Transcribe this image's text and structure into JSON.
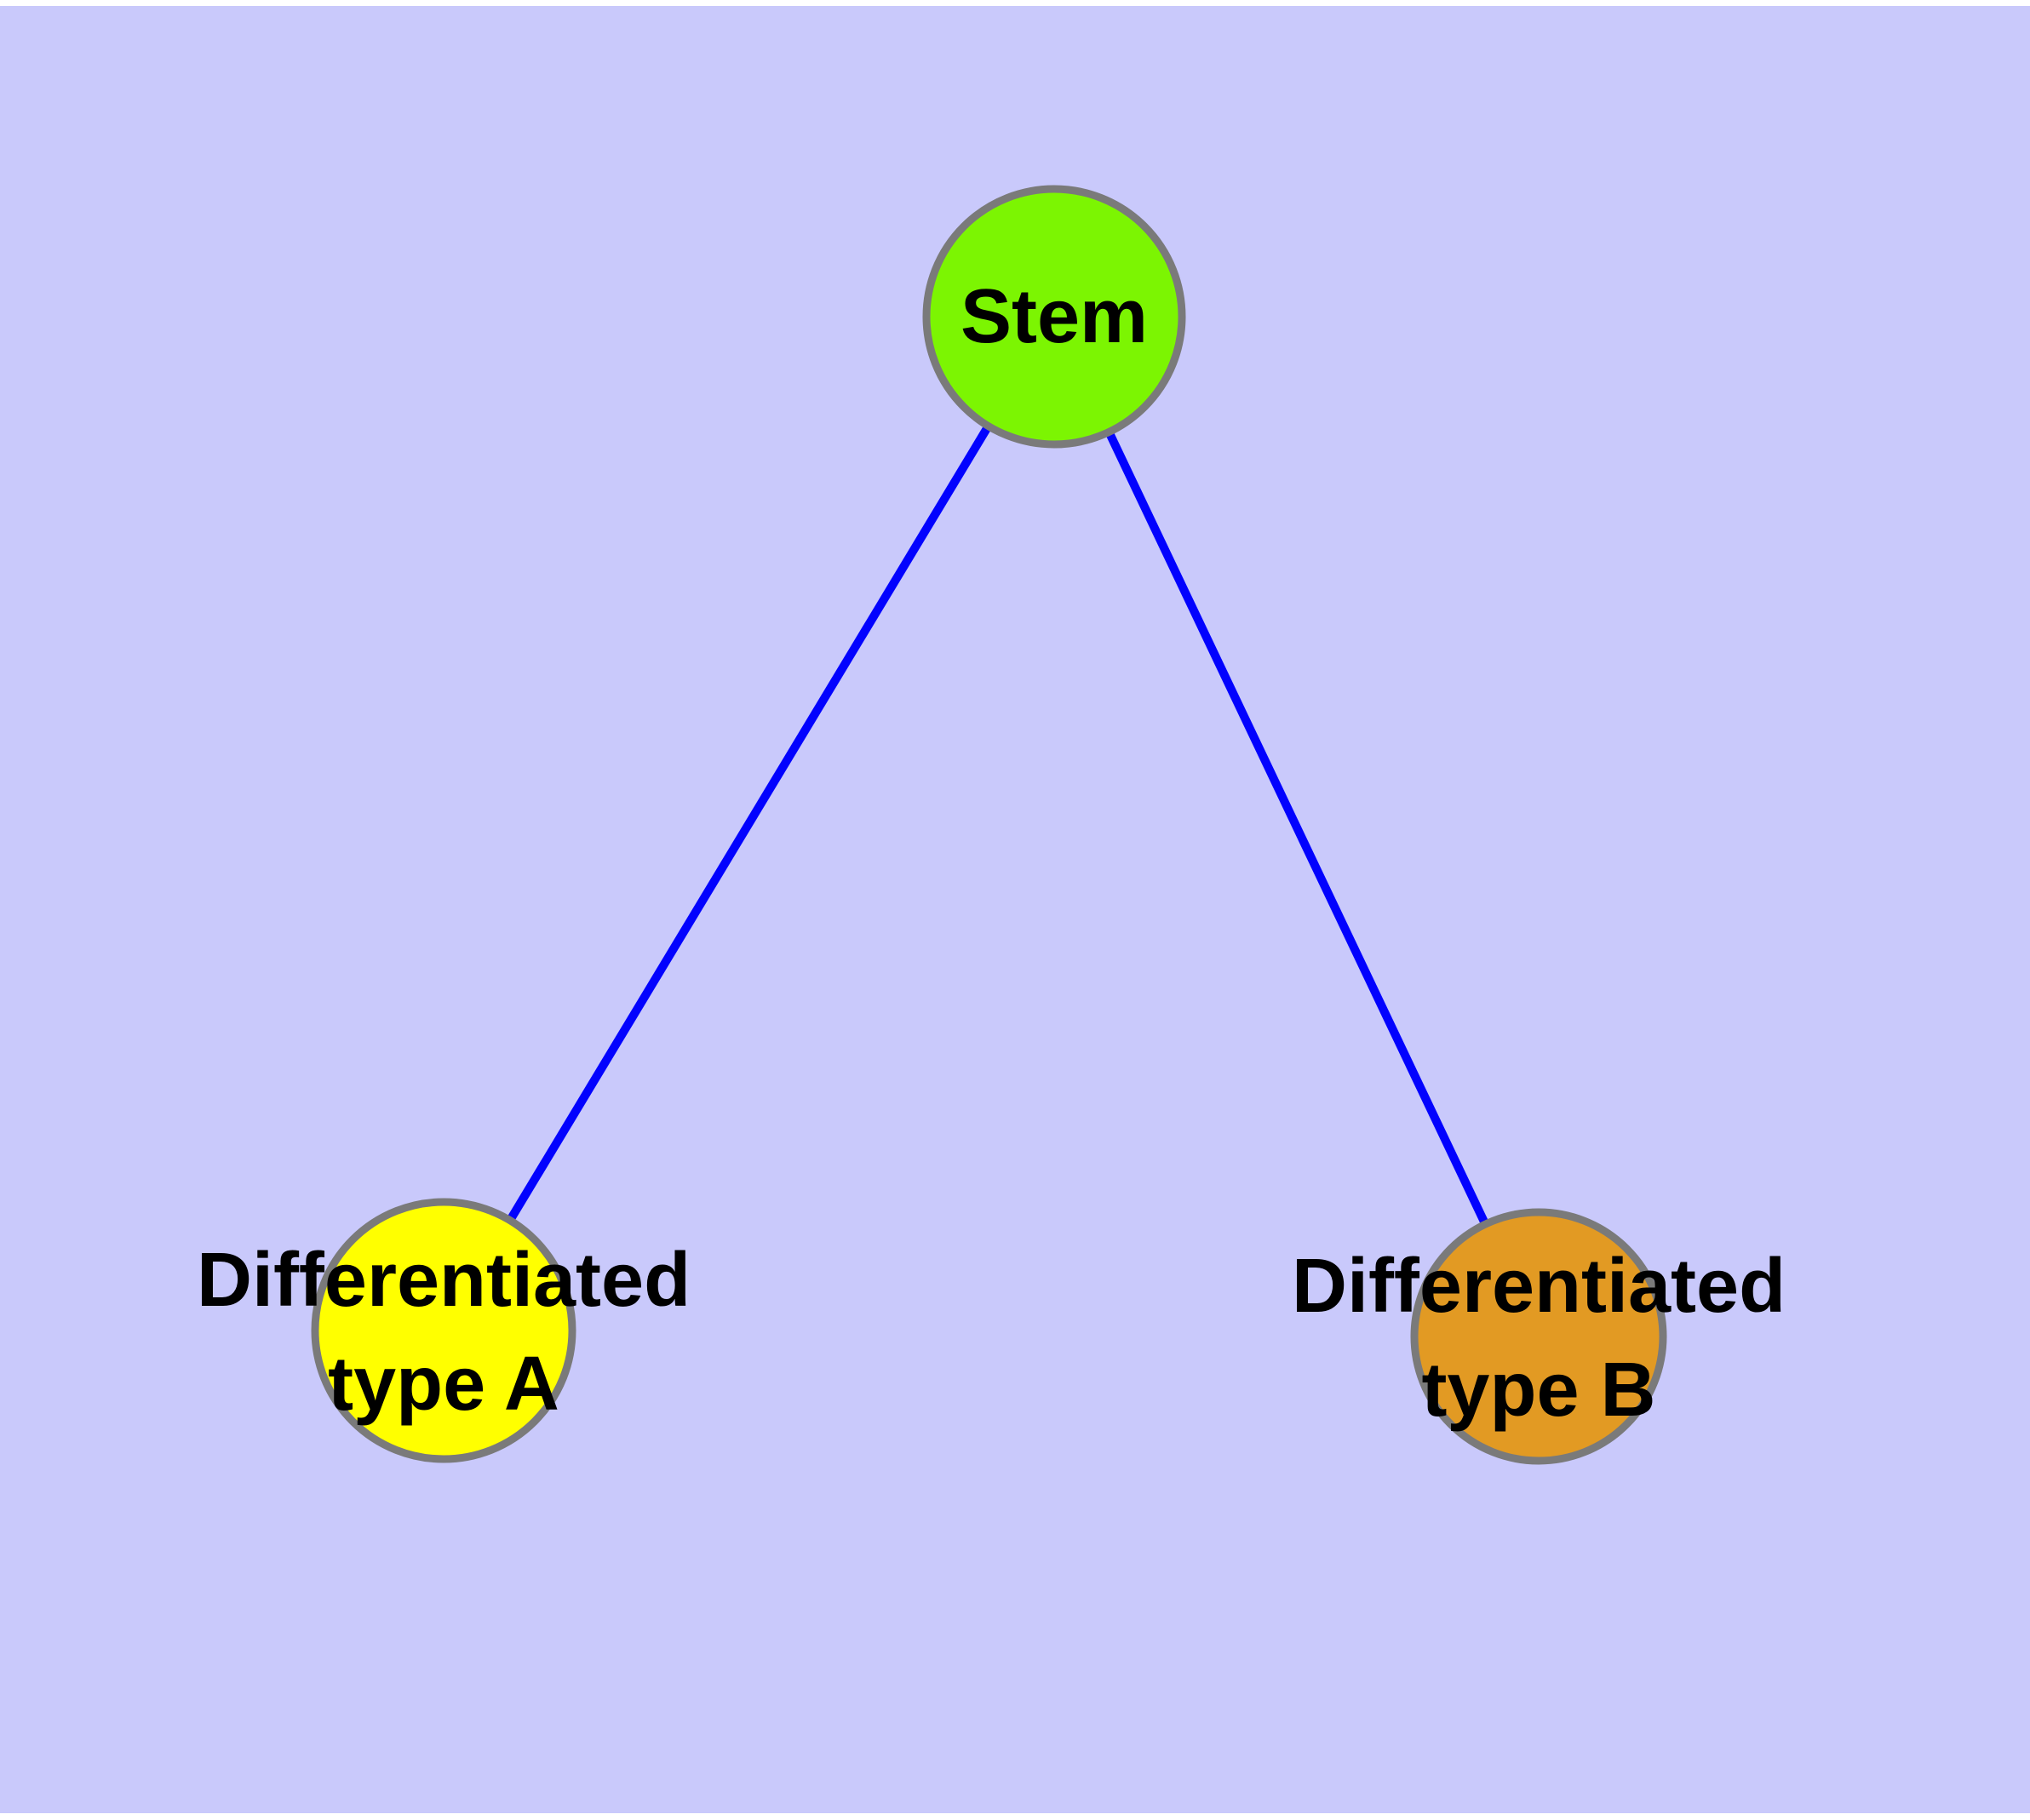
{
  "diagram": {
    "type": "node-link-graph",
    "description": "Cell differentiation hierarchy: a stem node with two differentiated child types",
    "background_fill": "#C9C9FB",
    "page_fill": "#FFFFFF",
    "edge_color": "#0202FE",
    "node_border_color": "#7A7A7A",
    "text_color": "#000000",
    "nodes": {
      "stem": {
        "label": "Stem",
        "fill": "#7CF502"
      },
      "typeA": {
        "label_line1": "Differentiated",
        "label_line2": "type A",
        "fill": "#FFFF00"
      },
      "typeB": {
        "label_line1": "Differentiated",
        "label_line2": "type B",
        "fill": "#E29A23"
      }
    },
    "edges": [
      {
        "from": "stem",
        "to": "typeA"
      },
      {
        "from": "stem",
        "to": "typeB"
      }
    ]
  }
}
